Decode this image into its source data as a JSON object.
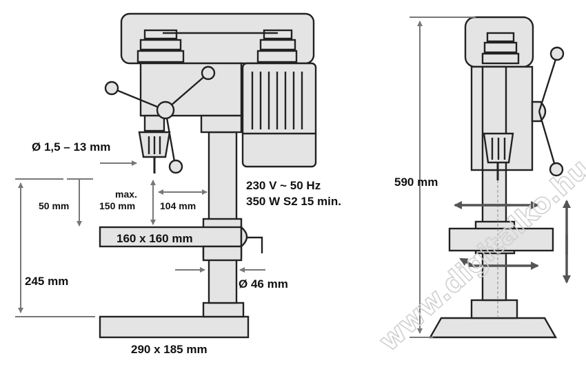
{
  "labels": {
    "chuck": "Ø 1,5 – 13 mm",
    "voltage": "230 V ~ 50 Hz",
    "power": "350 W S2 15 min.",
    "height": "590 mm",
    "max": "max.",
    "stroke": "150 mm",
    "depth": "50 mm",
    "reach": "104 mm",
    "table": "160 x 160 mm",
    "table_height": "245 mm",
    "column": "Ø 46 mm",
    "base": "290 x 185 mm"
  },
  "watermark": "www.digitalko.hu",
  "colors": {
    "fill": "#e4e4e4",
    "outline": "#222222",
    "dimension": "#777777",
    "watermark": "#d0d0d0"
  }
}
